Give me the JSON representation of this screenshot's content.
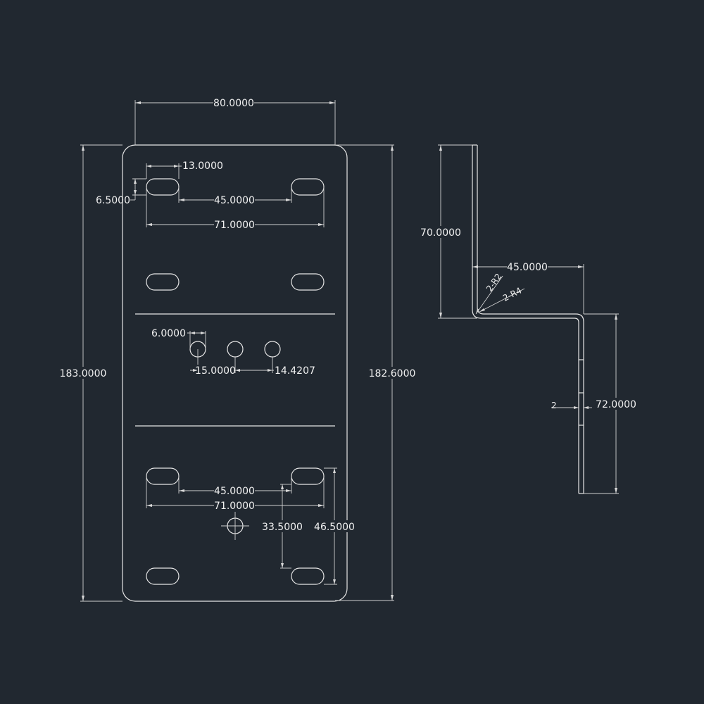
{
  "background_color": "#212830",
  "line_color": "#e6e6e6",
  "front_view": {
    "overall_width": "80.0000",
    "overall_height_left": "183.0000",
    "overall_height_right": "182.6000",
    "slot_length": "13.0000",
    "slot_width": "6.5000",
    "slot_spacing_top": "45.0000",
    "slot_span_top": "71.0000",
    "hole_diameter": "6.0000",
    "hole_pitch_1": "15.0000",
    "hole_pitch_2": "14.4207",
    "slot_spacing_bottom": "45.0000",
    "slot_span_bottom": "71.0000",
    "slot_vertical_inner": "33.5000",
    "slot_vertical_outer": "46.5000"
  },
  "side_view": {
    "upper_leg_height": "70.0000",
    "offset_width": "45.0000",
    "inner_radius": "2-R2",
    "outer_radius": "2-R4",
    "thickness": "2",
    "lower_leg_height": "72.0000"
  }
}
